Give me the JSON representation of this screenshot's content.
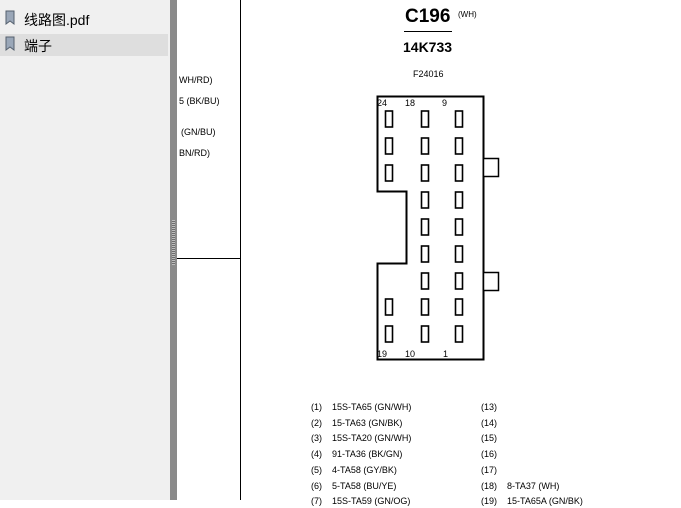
{
  "sidebar": {
    "items": [
      {
        "label": "线路图.pdf",
        "selected": false
      },
      {
        "label": "端子",
        "selected": true
      }
    ]
  },
  "document": {
    "wire_labels": [
      "WH/RD)",
      "5 (BK/BU)",
      "(GN/BU)",
      "BN/RD)"
    ],
    "connector": {
      "id": "C196",
      "color": "(WH)",
      "part_number": "14K733",
      "ref_code": "F24016",
      "top_labels": [
        "24",
        "18",
        "9"
      ],
      "bottom_labels": [
        "19",
        "10",
        "1"
      ]
    },
    "pins_left": [
      {
        "num": "(1)",
        "text": "15S-TA65 (GN/WH)"
      },
      {
        "num": "(2)",
        "text": "15-TA63 (GN/BK)"
      },
      {
        "num": "(3)",
        "text": "15S-TA20 (GN/WH)"
      },
      {
        "num": "(4)",
        "text": "91-TA36 (BK/GN)"
      },
      {
        "num": "(5)",
        "text": "4-TA58 (GY/BK)"
      },
      {
        "num": "(6)",
        "text": "5-TA58 (BU/YE)"
      },
      {
        "num": "(7)",
        "text": "15S-TA59 (GN/OG)"
      }
    ],
    "pins_right": [
      {
        "num": "(13)",
        "text": ""
      },
      {
        "num": "(14)",
        "text": ""
      },
      {
        "num": "(15)",
        "text": ""
      },
      {
        "num": "(16)",
        "text": ""
      },
      {
        "num": "(17)",
        "text": ""
      },
      {
        "num": "(18)",
        "text": "8-TA37 (WH)"
      },
      {
        "num": "(19)",
        "text": "15-TA65A (GN/BK)"
      }
    ]
  }
}
